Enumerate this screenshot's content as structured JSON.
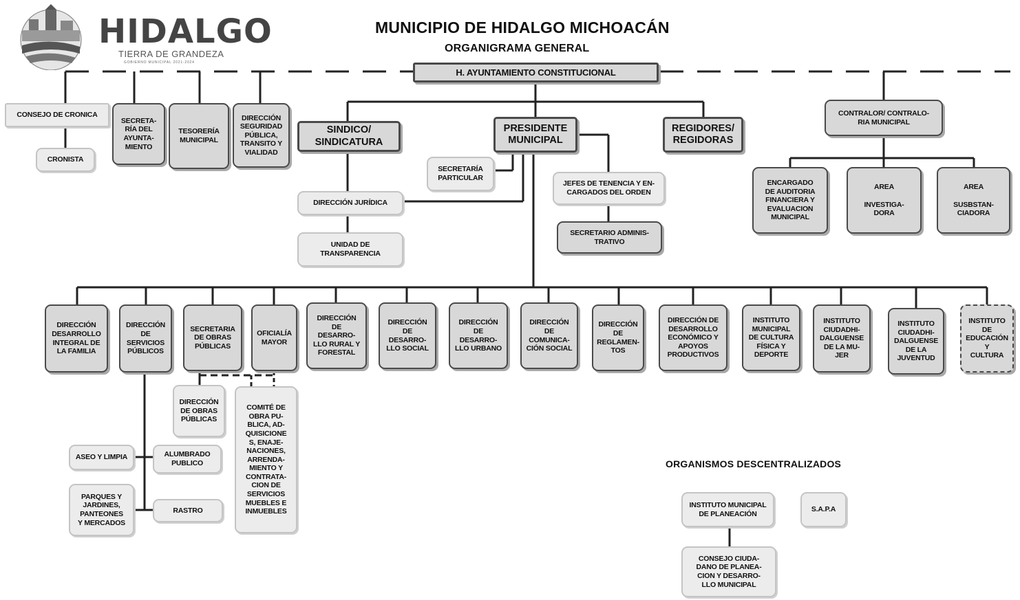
{
  "header": {
    "title": "MUNICIPIO DE HIDALGO MICHOACÁN",
    "subtitle": "ORGANIGRAMA GENERAL",
    "section_label": "ORGANISMOS DESCENTRALIZADOS"
  },
  "logo": {
    "name": "HIDALGO",
    "tagline": "TIERRA DE GRANDEZA",
    "government": "GOBIERNO MUNICIPAL 2021-2024",
    "icon": "town-emblem-icon"
  },
  "nodes": {
    "ayuntamiento": "H. AYUNTAMIENTO CONSTITUCIONAL",
    "consejo_cronica": "CONSEJO DE CRONICA",
    "cronista": "CRONISTA",
    "secretaria_ayuntamiento": "SECRETA-\nRÍA DEL\nAYUNTA-\nMIENTO",
    "tesoreria": "TESORERÍA\nMUNICIPAL",
    "seguridad": "DIRECCIÓN\nSEGURIDAD\nPÚBLICA,\nTRANSITO Y\nVIALIDAD",
    "sindico": "SINDICO/\nSINDICATURA",
    "presidente": "PRESIDENTE\nMUNICIPAL",
    "regidores": "REGIDORES/\nREGIDORAS",
    "contralor": "CONTRALOR/ CONTRALO-\nRIA MUNICIPAL",
    "secretaria_particular": "SECRETARÍA\nPARTICULAR",
    "direccion_juridica": "DIRECCIÓN JURÍDICA",
    "unidad_transparencia": "UNIDAD DE\nTRANSPARENCIA",
    "jefes_tenencia": "JEFES DE TENENCIA Y EN-\nCARGADOS DEL ORDEN",
    "secretario_administrativo": "SECRETARIO ADMINIS-\nTRATIVO",
    "auditoria": "ENCARGADO\nDE AUDITORIA\nFINANCIERA Y\nEVALUACION\nMUNICIPAL",
    "investigadora": "AREA\n\nINVESTIGA-\nDORA",
    "substanciadora": "AREA\n\nSUSBSTAN-\nCIADORA",
    "dif": "DIRECCIÓN\nDESARROLLO\nINTEGRAL DE\nLA FAMILIA",
    "servicios_publicos": "DIRECCIÓN\nDE\nSERVICIOS\nPÚBLICOS",
    "secretaria_obras": "SECRETARIA\nDE OBRAS\nPÚBLICAS",
    "oficialia_mayor": "OFICIALÍA\nMAYOR",
    "desarrollo_rural": "DIRECCIÓN\nDE\nDESARRO-\nLLO RURAL Y\nFORESTAL",
    "desarrollo_social": "DIRECCIÓN\nDE\nDESARRO-\nLLO SOCIAL",
    "desarrollo_urbano": "DIRECCIÓN\nDE\nDESARRO-\nLLO URBANO",
    "comunicacion_social": "DIRECCIÓN\nDE\nCOMUNICA-\nCIÓN SOCIAL",
    "reglamentos": "DIRECCIÓN\nDE\nREGLAMEN-\nTOS",
    "desarrollo_economico": "DIRECCIÓN DE\nDESARROLLO\nECONÓMICO Y\nAPOYOS\nPRODUCTIVOS",
    "instituto_cultura_fisica": "INSTITUTO\nMUNICIPAL\nDE CULTURA\nFÍSICA Y\nDEPORTE",
    "instituto_mujer": "INSTITUTO\nCIUDADHI-\nDALGUENSE\nDE LA MU-\nJER",
    "instituto_juventud": "INSTITUTO\nCIUDADHI-\nDALGUENSE\nDE LA\nJUVENTUD",
    "instituto_educacion": "INSTITUTO\nDE\nEDUCACIÓN\nY\nCULTURA",
    "direccion_obras": "DIRECCIÓN\nDE OBRAS\nPÚBLICAS",
    "comite_obra": "COMITÉ DE\nOBRA PU-\nBLICA, AD-\nQUISICIONE\nS, ENAJE-\nNACIONES,\nARRENDA-\nMIENTO Y\nCONTRATA-\nCION DE\nSERVICIOS\nMUEBLES E\nINMUEBLES",
    "aseo": "ASEO Y LIMPIA",
    "alumbrado": "ALUMBRADO\nPUBLICO",
    "parques": "PARQUES Y\nJARDINES,\nPANTEONES\nY MERCADOS",
    "rastro": "RASTRO",
    "implan": "INSTITUTO MUNICIPAL\nDE PLANEACIÓN",
    "sapa": "S.A.P.A",
    "consejo_planeacion": "CONSEJO CIUDA-\nDANO DE PLANEA-\nCION Y DESARRO-\nLLO MUNICIPAL"
  }
}
